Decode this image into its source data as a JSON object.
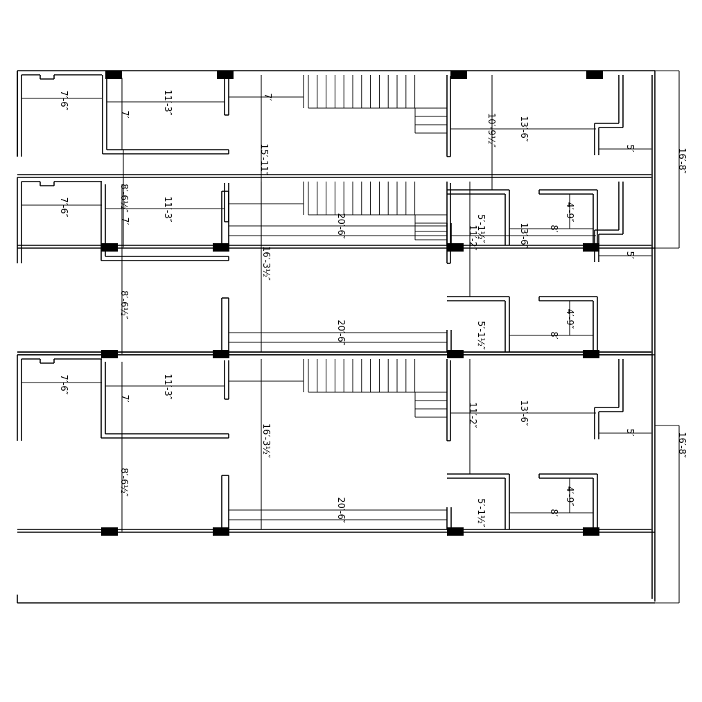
{
  "drawing": {
    "floors": [
      {
        "dimensions": [
          {
            "id": "d1",
            "text": "7′-6″"
          },
          {
            "id": "d2",
            "text": "11′-3″"
          },
          {
            "id": "d3",
            "text": "7′"
          },
          {
            "id": "d4",
            "text": "7′"
          },
          {
            "id": "d5",
            "text": "15′-11″"
          },
          {
            "id": "d6",
            "text": "8′-6½″"
          },
          {
            "id": "d7",
            "text": "20′-6″"
          },
          {
            "id": "d8",
            "text": "10′-9½″"
          },
          {
            "id": "d9",
            "text": "13′-6″"
          },
          {
            "id": "d10",
            "text": "5′"
          },
          {
            "id": "d11",
            "text": "5′-1½″"
          },
          {
            "id": "d12",
            "text": "4′-9″"
          },
          {
            "id": "d13",
            "text": "8′"
          },
          {
            "id": "d14",
            "text": "16′-8″"
          }
        ]
      },
      {
        "dimensions": [
          {
            "id": "d1",
            "text": "7′-6″"
          },
          {
            "id": "d2",
            "text": "11′-3″"
          },
          {
            "id": "d3",
            "text": "7′"
          },
          {
            "id": "d5",
            "text": "16′-3½″"
          },
          {
            "id": "d6",
            "text": "8′-6½″"
          },
          {
            "id": "d7",
            "text": "20′-6″"
          },
          {
            "id": "d8",
            "text": "11′-2″"
          },
          {
            "id": "d9",
            "text": "13′-6″"
          },
          {
            "id": "d10",
            "text": "5′"
          },
          {
            "id": "d11",
            "text": "5′-1½″"
          },
          {
            "id": "d12",
            "text": "4′-9″"
          },
          {
            "id": "d13",
            "text": "8′"
          }
        ]
      },
      {
        "dimensions": [
          {
            "id": "d1",
            "text": "7′-6″"
          },
          {
            "id": "d2",
            "text": "11′-3″"
          },
          {
            "id": "d3",
            "text": "7′"
          },
          {
            "id": "d5",
            "text": "16′-3½″"
          },
          {
            "id": "d6",
            "text": "8′-6½″"
          },
          {
            "id": "d7",
            "text": "20′-6″"
          },
          {
            "id": "d8",
            "text": "11′-2″"
          },
          {
            "id": "d9",
            "text": "13′-6″"
          },
          {
            "id": "d10",
            "text": "5′"
          },
          {
            "id": "d11",
            "text": "5′-1½″"
          },
          {
            "id": "d12",
            "text": "4′-9″"
          },
          {
            "id": "d13",
            "text": "8′"
          },
          {
            "id": "d14",
            "text": "16′-8″"
          }
        ]
      }
    ]
  }
}
